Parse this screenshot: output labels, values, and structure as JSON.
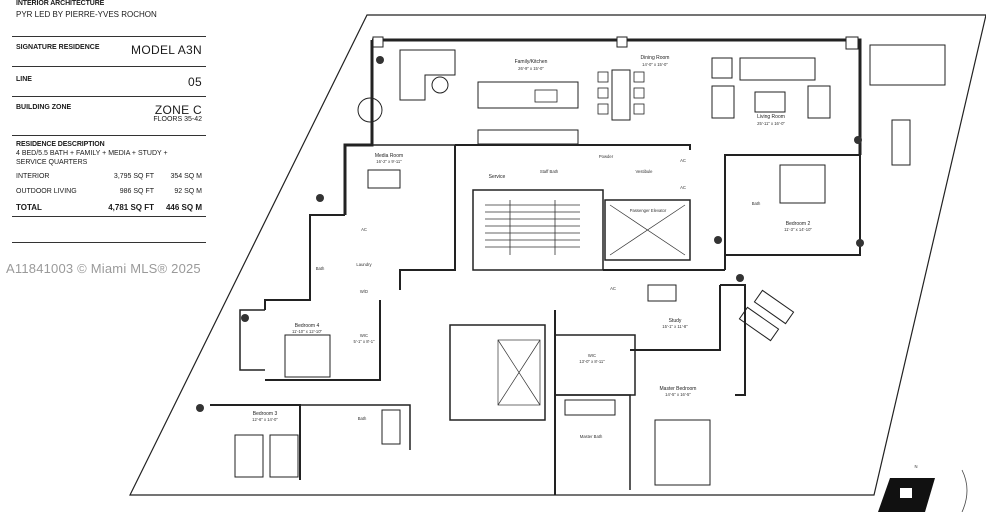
{
  "sidebar": {
    "heading": "INTERIOR ARCHITECTURE",
    "designer": "PYR LED BY PIERRE-YVES ROCHON",
    "signature_label": "SIGNATURE RESIDENCE",
    "signature_value": "MODEL A3N",
    "line_label": "LINE",
    "line_value": "05",
    "zone_label": "BUILDING ZONE",
    "zone_value": "ZONE C",
    "floors": "FLOORS 35-42",
    "desc_heading": "RESIDENCE DESCRIPTION",
    "desc_line1": "4 BED/5.5 BATH + FAMILY + MEDIA + STUDY +",
    "desc_line2": "SERVICE QUARTERS",
    "areas": [
      {
        "label": "INTERIOR",
        "sqft": "3,795 SQ FT",
        "sqm": "354 SQ M"
      },
      {
        "label": "OUTDOOR LIVING",
        "sqft": "986 SQ FT",
        "sqm": "92 SQ M"
      }
    ],
    "total": {
      "label": "TOTAL",
      "sqft": "4,781 SQ FT",
      "sqm": "446 SQ M"
    }
  },
  "watermark": "A11841003 © Miami MLS® 2025",
  "rooms": {
    "family_kitchen": "Family/Kitchen",
    "family_kitchen_dim": "26'-9\" x 15'-0\"",
    "dining": "Dining Room",
    "dining_dim": "14'-0\" x 15'-0\"",
    "living": "Living Room",
    "living_dim": "25'-11\" x 16'-0\"",
    "media": "Media Room",
    "media_dim": "16'-2\" x 9'-11\"",
    "service": "Service",
    "staff_bath": "Staff Bath",
    "powder": "Powder",
    "vestibule": "Vestibule",
    "ac": "AC",
    "passenger_elevator": "Passenger Elevator",
    "bath": "Bath",
    "bedroom2": "Bedroom 2",
    "bedroom2_dim": "11'-3\" x 14'-10\"",
    "laundry": "Laundry",
    "wd": "W/D",
    "bedroom4": "Bedroom 4",
    "bedroom4_dim": "11'-10\" x 12'-10\"",
    "wic": "WIC",
    "wic_small_dim": "5'-1\" x 8'-1\"",
    "wic_master_dim": "13'-0\" x 8'-11\"",
    "study": "Study",
    "study_dim": "15'-1\" x 11'-8\"",
    "master_bedroom": "Master Bedroom",
    "master_bedroom_dim": "14'-5\" x 16'-5\"",
    "master_bath": "Master Bath",
    "bedroom3": "Bedroom 3",
    "bedroom3_dim": "12'-6\" x 14'-0\"",
    "north": "N"
  }
}
